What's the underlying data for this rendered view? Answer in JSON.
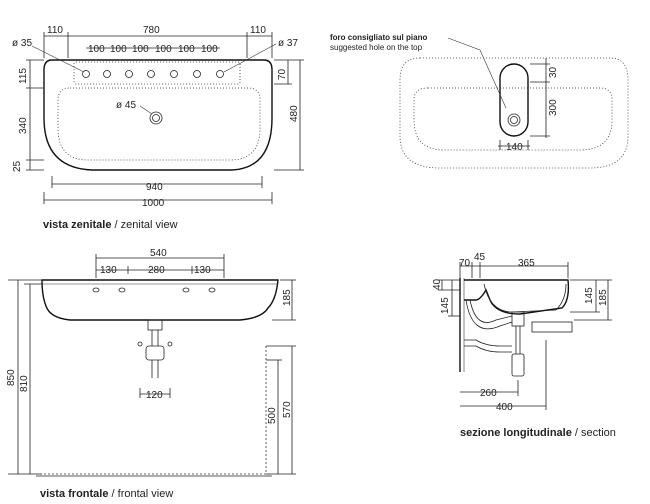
{
  "top_view": {
    "caption_bold": "vista zenitale",
    "caption_sep": " / ",
    "caption_en": "zenital view",
    "dims": {
      "edge_left": "110",
      "inner_width": "780",
      "edge_right": "110",
      "hole_spacing": [
        "100",
        "100",
        "100",
        "100",
        "100",
        "100"
      ],
      "hole_dia_left": "ø 35",
      "hole_dia_right": "ø 37",
      "drain_dia": "ø 45",
      "depth_top": "115",
      "depth_mid": "340",
      "depth_bottom": "25",
      "right_small": "70",
      "total_depth": "480",
      "basin_width": "940",
      "total_width": "1000"
    }
  },
  "countertop_view": {
    "note_it": "foro consigliato sul piano",
    "note_en": "suggested hole on the top",
    "dims": {
      "slot_height": "30",
      "slot_depth": "300",
      "slot_width": "140"
    }
  },
  "front_view": {
    "caption_bold": "vista frontale",
    "caption_sep": " / ",
    "caption_en": "frontal view",
    "dims": {
      "fix_width": "540",
      "fix_left": "130",
      "fix_mid": "280",
      "fix_right": "130",
      "basin_height": "185",
      "total_height": "850",
      "top_height": "810",
      "trap_width": "120",
      "waste_height": "500",
      "pipe_height": "570"
    }
  },
  "section_view": {
    "caption_bold": "sezione longitudinale",
    "caption_sep": " / ",
    "caption_en": "section",
    "dims": {
      "wall": "70",
      "rim": "45",
      "inner": "365",
      "h40": "40",
      "h145_left": "145",
      "h145_right": "145",
      "h185": "185",
      "h260": "260",
      "h400": "400"
    }
  }
}
